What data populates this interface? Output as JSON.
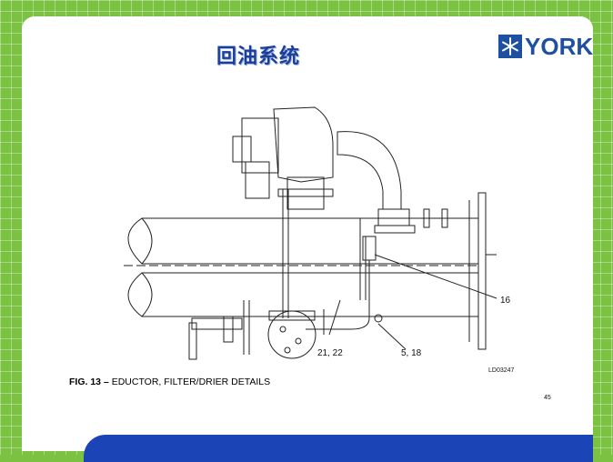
{
  "slide": {
    "title": "回油系统",
    "logo_text": "YORK"
  },
  "figure": {
    "callouts": [
      "16",
      "21, 22",
      "5, 18"
    ],
    "drawing_id": "LD03247",
    "caption_bold": "FIG. 13 –",
    "caption_rest": " EDUCTOR, FILTER/DRIER DETAILS",
    "page_mark": "45"
  },
  "colors": {
    "background_green": "#7cc242",
    "title_blue": "#1a3e9a",
    "logo_blue": "#1f4fa0",
    "band_blue": "#1b44b6"
  }
}
